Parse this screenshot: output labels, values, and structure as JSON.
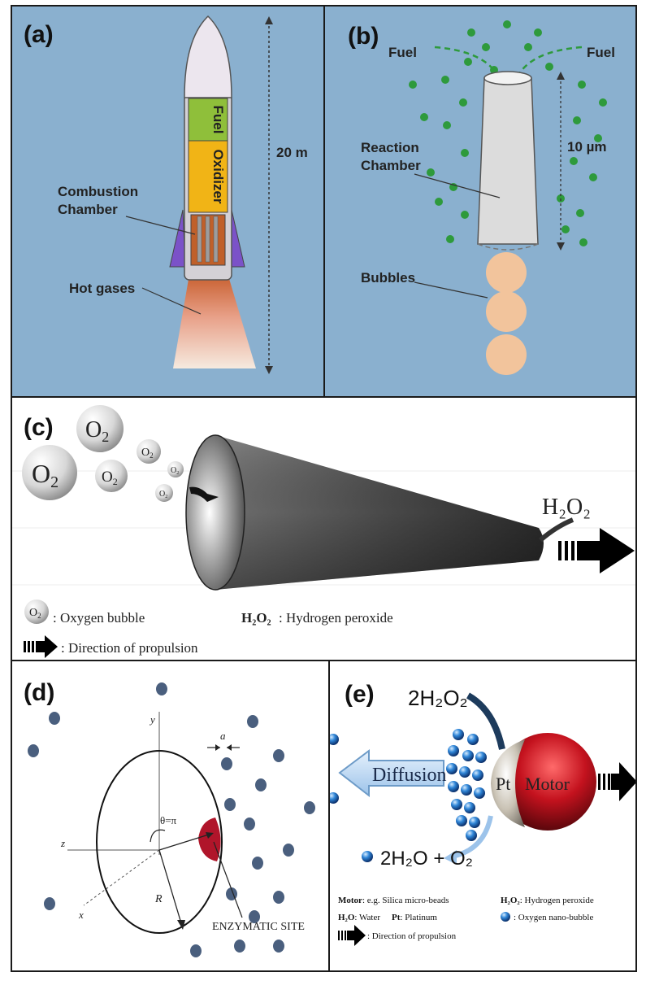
{
  "panel_a": {
    "label": "(a)",
    "fuel": "Fuel",
    "oxidizer": "Oxidizer",
    "combustion": "Combustion",
    "chamber": "Chamber",
    "hot_gases": "Hot gases",
    "height": "20 m",
    "bg_color": "#8ab0cf"
  },
  "panel_b": {
    "label": "(b)",
    "fuel_left": "Fuel",
    "fuel_right": "Fuel",
    "reaction": "Reaction",
    "chamber": "Chamber",
    "size": "10 µm",
    "bubbles": "Bubbles",
    "bg_color": "#8ab0cf"
  },
  "panel_c": {
    "label": "(c)",
    "o2_sub": "O",
    "o2_num": "2",
    "h2o2": "H₂O₂",
    "legend_bubble_icon": "O",
    "legend_bubble_icon_sub": "2",
    "legend_bubble": ": Oxygen bubble",
    "legend_h2o2_key": "H₂O₂",
    "legend_h2o2": ": Hydrogen peroxide",
    "legend_direction": ": Direction of propulsion"
  },
  "panel_d": {
    "label": "(d)",
    "axis_y": "y",
    "axis_z": "z",
    "axis_x": "x",
    "theta": "θ=π",
    "radius": "R",
    "spacing": "a",
    "site": "ENZYMATIC SITE",
    "dot_color": "#4a5f7e"
  },
  "panel_e": {
    "label": "(e)",
    "reactant": "2H₂O₂",
    "diffusion": "Diffusion",
    "pt": "Pt",
    "motor": "Motor",
    "products": "2H₂O + O₂",
    "leg_motor_key": "Motor",
    "leg_motor": ": e.g. Silica micro-beads",
    "leg_h2o2_key": "H₂O₂",
    "leg_h2o2": ": Hydrogen peroxide",
    "leg_water_key": "H₂O",
    "leg_water": ": Water",
    "leg_pt_key": "Pt",
    "leg_pt": ": Platinum",
    "leg_bubble": ": Oxygen nano-bubble",
    "leg_direction": ": Direction of propulsion"
  }
}
